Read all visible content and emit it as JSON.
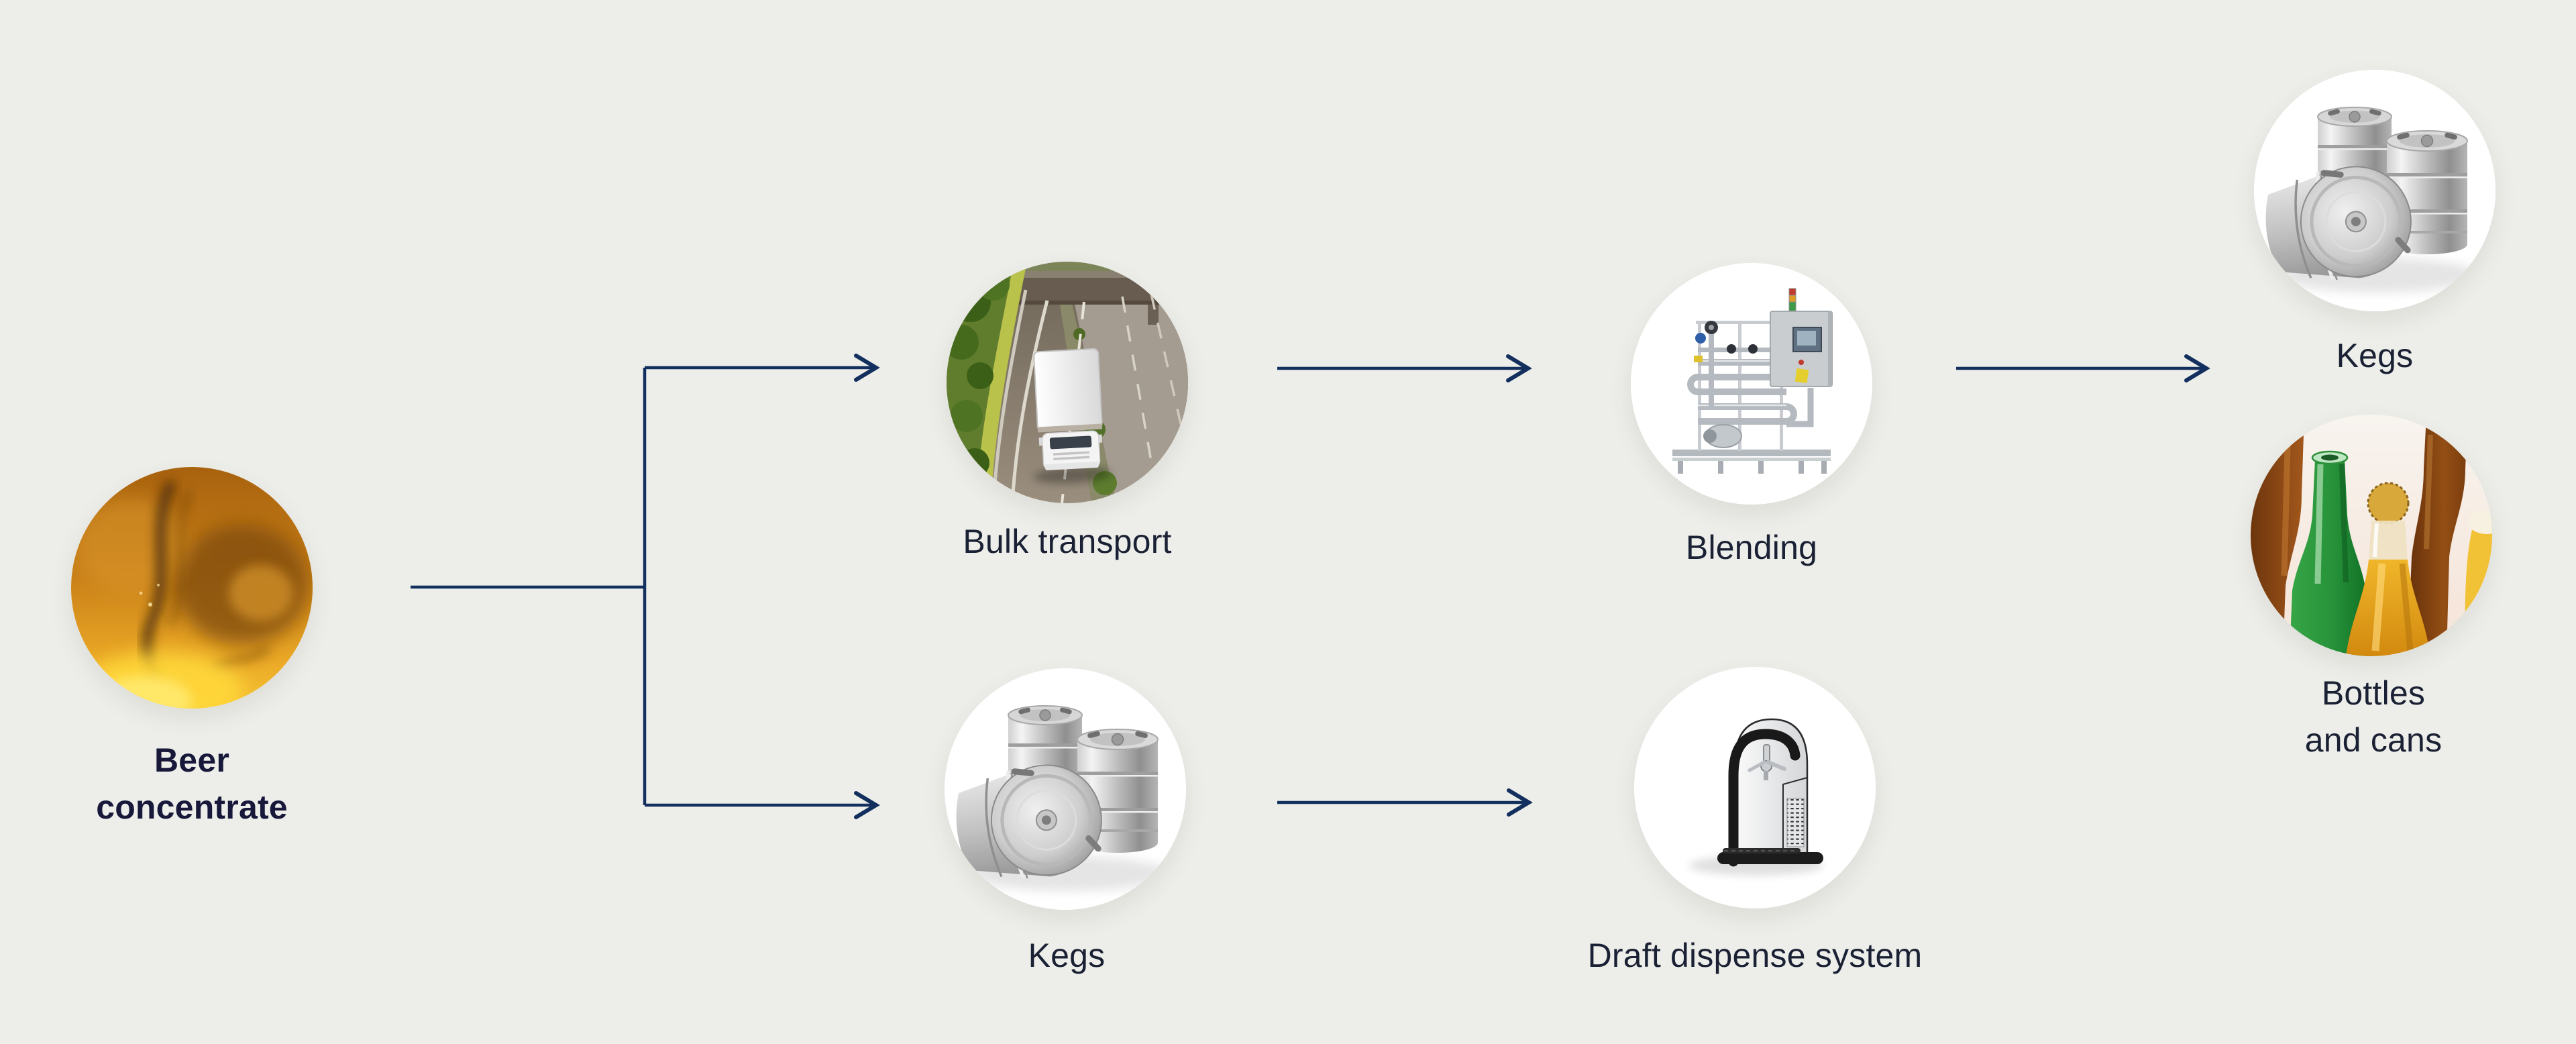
{
  "diagram": {
    "description": "Beer concentrate distribution flow diagram",
    "background_color": "#edeee9",
    "arrow_color": "#132f5e",
    "label_color": "#1b2134",
    "nodes": {
      "beer_concentrate": {
        "label": "Beer concentrate",
        "line1": "Beer",
        "line2": "concentrate",
        "image": "beer-concentrate-swirl-photo",
        "emphasis": "bold"
      },
      "bulk_transport": {
        "label": "Bulk transport",
        "image": "truck-highway-photo"
      },
      "kegs_lower": {
        "label": "Kegs",
        "image": "steel-kegs-photo"
      },
      "blending": {
        "label": "Blending",
        "image": "blending-skid-photo"
      },
      "draft_dispense": {
        "label": "Draft dispense system",
        "image": "draft-dispenser-photo"
      },
      "kegs_upper": {
        "label": "Kegs",
        "image": "steel-kegs-photo"
      },
      "bottles_cans": {
        "label": "Bottles and cans",
        "line1": "Bottles",
        "line2": "and cans",
        "image": "beer-bottles-photo"
      }
    },
    "edges": [
      {
        "from": "beer_concentrate",
        "to": "bulk_transport"
      },
      {
        "from": "beer_concentrate",
        "to": "kegs_lower"
      },
      {
        "from": "bulk_transport",
        "to": "blending"
      },
      {
        "from": "blending",
        "to": "kegs_upper"
      },
      {
        "from": "blending",
        "to": "bottles_cans"
      },
      {
        "from": "kegs_lower",
        "to": "draft_dispense"
      }
    ]
  }
}
